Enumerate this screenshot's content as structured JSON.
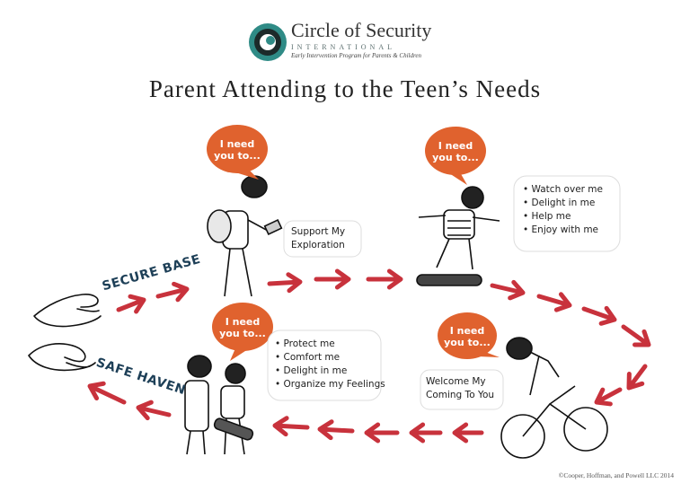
{
  "logo": {
    "name": "Circle of Security",
    "subtitle": "INTERNATIONAL",
    "tagline": "Early Intervention Program for Parents & Children"
  },
  "title": "Parent Attending to the Teen’s Needs",
  "bubbles": {
    "top_left": "I need you to...",
    "top_right": "I need you to...",
    "bottom_left": "I need you to...",
    "bottom_right": "I need you to..."
  },
  "notes": {
    "support_exploration": [
      "Support My",
      "Exploration"
    ],
    "welcome_coming": [
      "Welcome My",
      "Coming To You"
    ]
  },
  "lists": {
    "top_needs": [
      "Watch over me",
      "Delight in me",
      "Help me",
      "Enjoy with me"
    ],
    "bottom_needs": [
      "Protect me",
      "Comfort me",
      "Delight in me",
      "Organize my Feelings"
    ]
  },
  "labels": {
    "secure_base": "SECURE BASE",
    "safe_haven": "SAFE HAVEN"
  },
  "copyright": "©Cooper, Hoffman, and Powell LLC 2014",
  "colors": {
    "arrow": "#c8323c",
    "bubble": "#e0622e",
    "banner": "#1d3f57",
    "logo_teal": "#2f8b86"
  }
}
